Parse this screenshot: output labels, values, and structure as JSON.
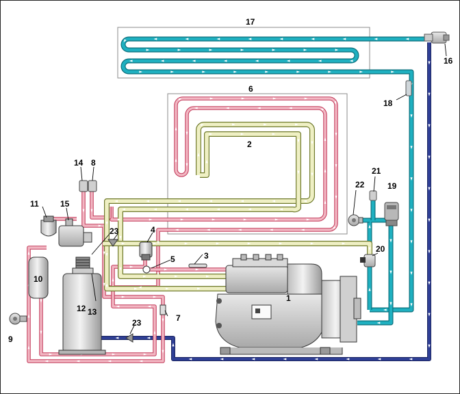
{
  "labels": {
    "l1": "1",
    "l2": "2",
    "l3": "3",
    "l4": "4",
    "l5": "5",
    "l6": "6",
    "l7": "7",
    "l8": "8",
    "l9": "9",
    "l10": "10",
    "l11": "11",
    "l12": "12",
    "l13": "13",
    "l14": "14",
    "l15": "15",
    "l16": "16",
    "l17": "17",
    "l18": "18",
    "l19": "19",
    "l20": "20",
    "l21": "21",
    "l22": "22",
    "l23a": "23",
    "l23b": "23"
  },
  "colors": {
    "discharge": "#f2b7c3",
    "discharge_edge": "#c23a5a",
    "suction": "#eff0c4",
    "suction_edge": "#6f7a2c",
    "liquid": "#1fb0c0",
    "liquid_edge": "#0c6f7b",
    "return": "#2f3f95",
    "return_edge": "#1b2560",
    "component": "#dcdcdc",
    "component_edge": "#555555"
  }
}
